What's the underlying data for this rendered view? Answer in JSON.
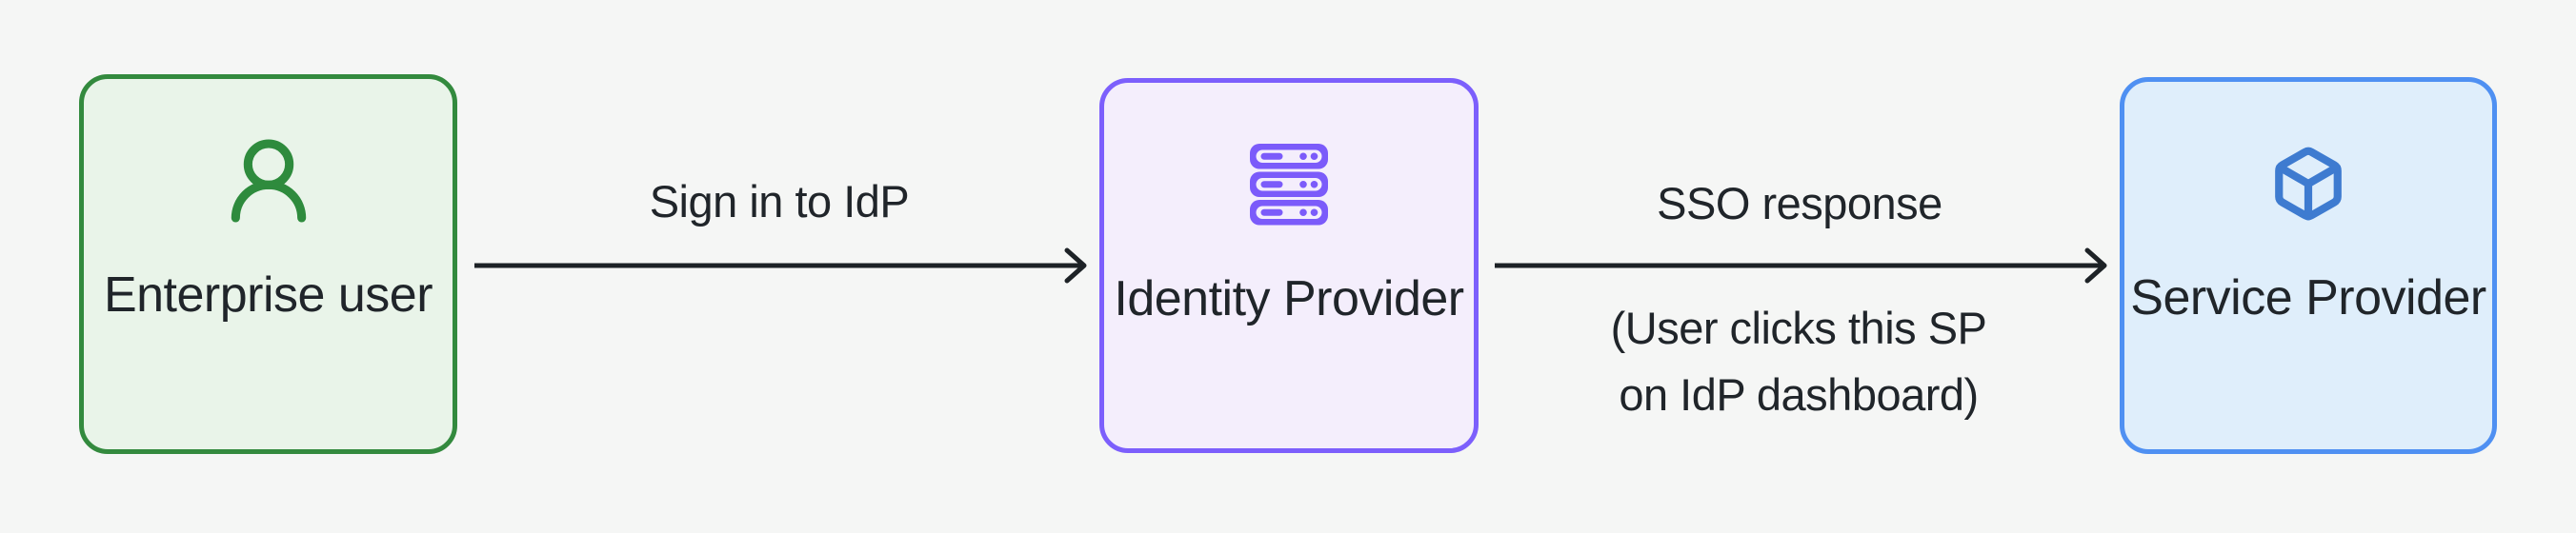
{
  "diagram": {
    "background_color": "#f5f6f5",
    "arrow_color": "#1d2226",
    "label_color": "#20252a",
    "nodes": [
      {
        "label": "Enterprise user",
        "icon": "user-icon",
        "border_color": "#338a3e",
        "fill_color": "#e9f4e9",
        "icon_color": "#2e8b3d"
      },
      {
        "label": "Identity Provider",
        "icon": "server-stack-icon",
        "border_color": "#7c5ffc",
        "fill_color": "#f4eefc",
        "icon_color": "#7b5bfa"
      },
      {
        "label": "Service Provider",
        "icon": "cube-icon",
        "border_color": "#4f90f2",
        "fill_color": "#dfeefb",
        "icon_color": "#3e7bd0"
      }
    ],
    "edges": [
      {
        "from": "Enterprise user",
        "to": "Identity Provider",
        "label": "Sign in to IdP"
      },
      {
        "from": "Identity Provider",
        "to": "Service Provider",
        "label": "SSO response",
        "sublabel_lines": [
          "(User clicks this SP",
          "on IdP dashboard)"
        ]
      }
    ]
  }
}
